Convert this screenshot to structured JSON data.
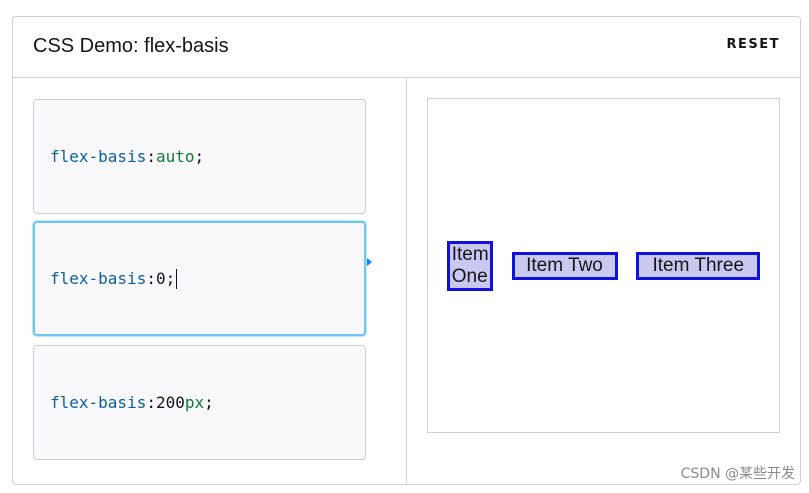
{
  "header": {
    "title": "CSS Demo: flex-basis",
    "reset_label": "RESET"
  },
  "choices": [
    {
      "property": "flex-basis",
      "colon": ": ",
      "value": "auto",
      "unit": "",
      "semicolon": ";"
    },
    {
      "property": "flex-basis",
      "colon": ": ",
      "value": "0",
      "unit": "",
      "semicolon": ";"
    },
    {
      "property": "flex-basis",
      "colon": ": ",
      "value": "200",
      "unit": "px",
      "semicolon": ";"
    }
  ],
  "output": {
    "items": [
      "Item One",
      "Item Two",
      "Item Three"
    ]
  },
  "watermark": "CSDN @某些开发",
  "colors": {
    "property": "#0b5fa5",
    "value_keyword": "#0d7a3a",
    "selected_border": "#6fc6f5",
    "item_bg": "#c9c9f0",
    "item_border": "#1010e0",
    "arrow": "#0a84ff"
  }
}
